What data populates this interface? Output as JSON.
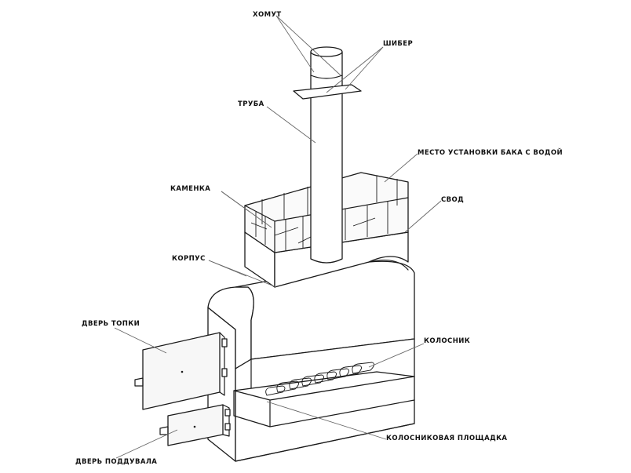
{
  "labels": {
    "khomut": "ХОМУТ",
    "shiber": "ШИБЕР",
    "truba": "ТРУБА",
    "mesto_baka": "МЕСТО УСТАНОВКИ БАКА С ВОДОЙ",
    "kamenka": "КАМЕНКА",
    "svod": "СВОД",
    "korpus": "КОРПУС",
    "dver_topki": "ДВЕРЬ ТОПКИ",
    "kolosnik": "КОЛОСНИК",
    "kolosnikovaya_ploshchadka": "КОЛОСНИКОВАЯ ПЛОЩАДКА",
    "dver_podduvala": "ДВЕРЬ ПОДДУВАЛА"
  }
}
